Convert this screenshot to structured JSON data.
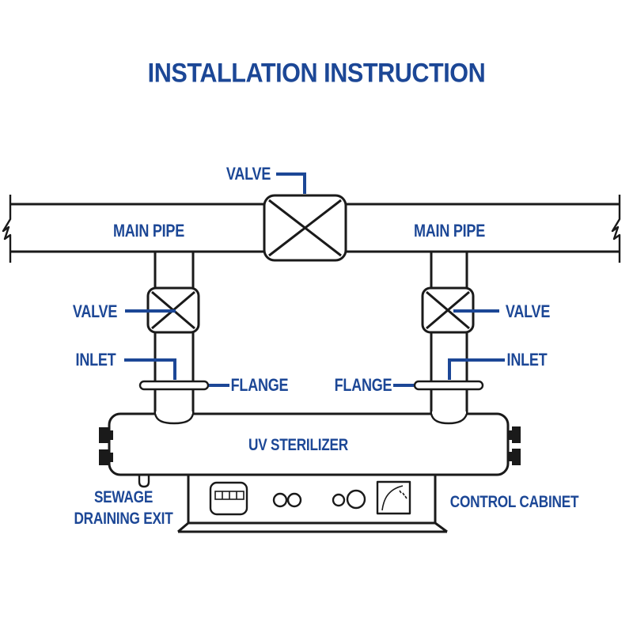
{
  "title": "INSTALLATION INSTRUCTION",
  "colors": {
    "label_blue": "#1c4796",
    "line_black": "#1a1a1a",
    "background": "#ffffff"
  },
  "labels": {
    "valve_top": "VALVE",
    "main_pipe_left": "MAIN PIPE",
    "main_pipe_right": "MAIN PIPE",
    "valve_left": "VALVE",
    "valve_right": "VALVE",
    "inlet_left": "INLET",
    "inlet_right": "INLET",
    "flange_left": "FLANGE",
    "flange_right": "FLANGE",
    "uv_sterilizer": "UV STERILIZER",
    "sewage_exit_line1": "SEWAGE",
    "sewage_exit_line2": "DRAINING EXIT",
    "control_cabinet": "CONTROL CABINET"
  },
  "diagram_symbols": [
    "pipe-break-left",
    "pipe-break-right",
    "main-valve",
    "left-branch-valve",
    "right-branch-valve",
    "left-flange",
    "right-flange",
    "uv-sterilizer-body",
    "left-endcap-connectors",
    "right-endcap-connectors",
    "sewage-drain-stub",
    "control-cabinet-box",
    "display-panel",
    "indicator-lights",
    "power-knob",
    "meter-gauge"
  ]
}
